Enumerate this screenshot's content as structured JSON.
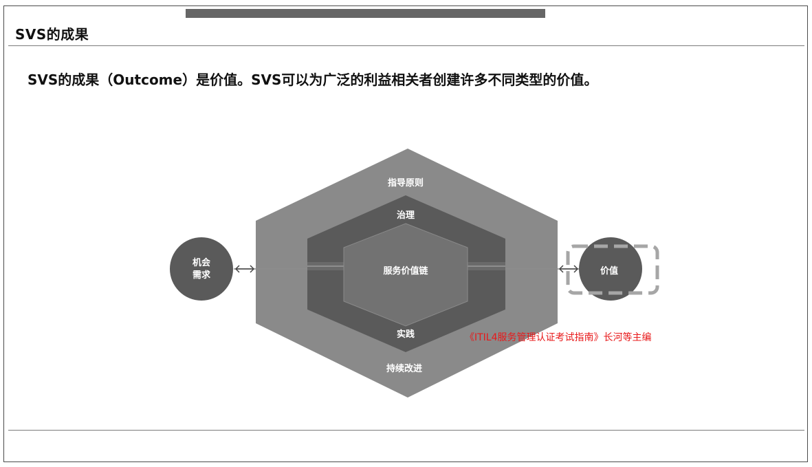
{
  "slide": {
    "title": "SVS的成果",
    "headline": "SVS的成果（Outcome）是价值。SVS可以为广泛的利益相关者创建许多不同类型的价值。",
    "credit": "《ITIL4服务管理认证考试指南》长河等主编"
  },
  "diagram": {
    "outer_layer": "指导原则",
    "governance": "治理",
    "core": "服务价值链",
    "practices": "实践",
    "improvement": "持续改进",
    "input_line1": "机会",
    "input_line2": "需求",
    "output": "价值"
  },
  "colors": {
    "outer_hex": "#8a8a8a",
    "middle_hex": "#5a5a5a",
    "inner_hex": "#727272",
    "circles": "#5a5a5a",
    "dashed_frame": "#a6a6a6",
    "credit_text": "#e8191a"
  }
}
